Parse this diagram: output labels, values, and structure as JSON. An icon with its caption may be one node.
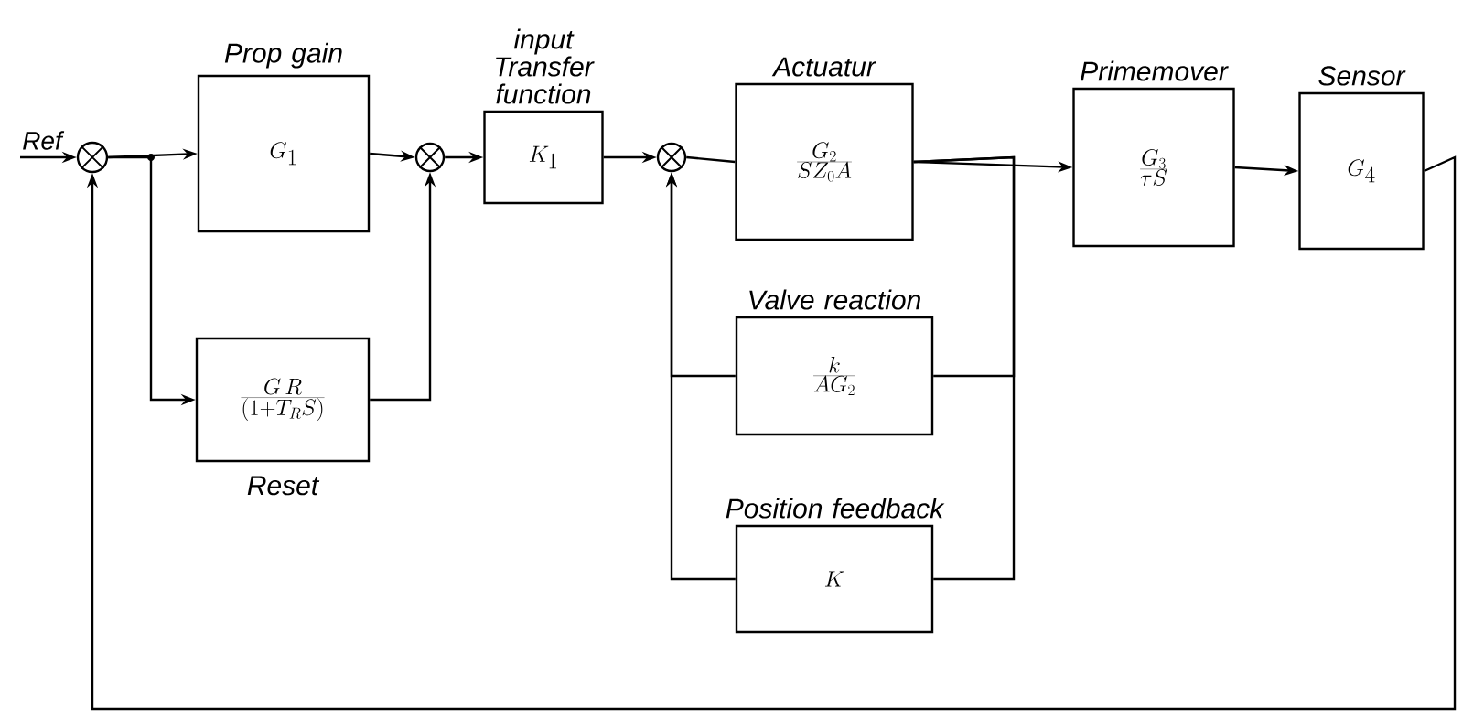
{
  "diagram": {
    "nodes": [
      {
        "text": [],
        "shape": "circle"
      },
      {
        "text": [
          "Prop gain",
          "G_1"
        ]
      },
      {
        "text": [
          "\\frac{G\\,R}{(1+T_R S)}",
          "Reset"
        ]
      },
      {
        "text": [],
        "shape": "circle"
      },
      {
        "text": [
          "input Transfer function",
          "K_1"
        ]
      },
      {
        "text": [],
        "shape": "circle"
      },
      {
        "text": [
          "Actuatur",
          "\\frac{G_2}{S Z_0 A}"
        ]
      },
      {
        "text": [
          "Valve reaction",
          "\\frac{k}{A G_2}"
        ]
      },
      {
        "text": [
          "Position feedback",
          "K"
        ]
      },
      {
        "text": [
          "Primemover",
          "\\frac{G_3}{\\tau S}"
        ]
      },
      {
        "text": [
          "Sensor",
          "G_4"
        ]
      }
    ],
    "edges": [
      {
        "from": null,
        "to": 0,
        "arrow": "to",
        "label": "Ref"
      },
      {
        "from": 0,
        "to": 1,
        "arrow": "to"
      },
      {
        "from": 0,
        "to": 2,
        "arrow": "to"
      },
      {
        "from": 1,
        "to": 3,
        "arrow": "to"
      },
      {
        "from": 2,
        "to": 3,
        "arrow": "to"
      },
      {
        "from": 3,
        "to": 4,
        "arrow": "to"
      },
      {
        "from": 4,
        "to": 5,
        "arrow": "to"
      },
      {
        "from": 5,
        "to": 6,
        "arrow": "none"
      },
      {
        "from": 6,
        "to": 9,
        "arrow": "to"
      },
      {
        "from": 6,
        "to": 7,
        "arrow": "none"
      },
      {
        "from": 6,
        "to": 8,
        "arrow": "none"
      },
      {
        "from": 7,
        "to": 5,
        "arrow": "to"
      },
      {
        "from": 8,
        "to": 5,
        "arrow": "to"
      },
      {
        "from": 9,
        "to": 10,
        "arrow": "to"
      },
      {
        "from": 10,
        "to": 0,
        "arrow": "to"
      }
    ]
  }
}
